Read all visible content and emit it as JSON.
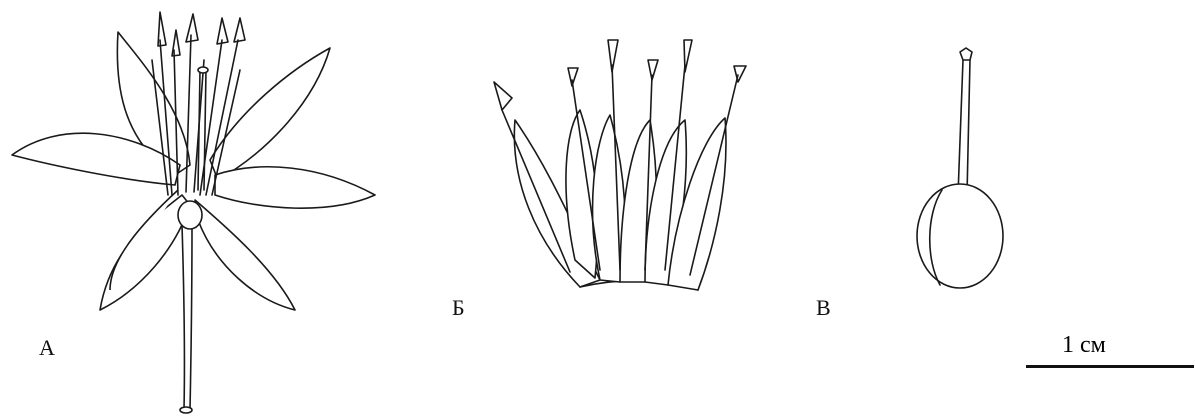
{
  "figure": {
    "panels": [
      {
        "id": "A",
        "label": "А",
        "icon": "whole-flower-drawing"
      },
      {
        "id": "B",
        "label": "Б",
        "icon": "opened-perianth-with-stamens-drawing"
      },
      {
        "id": "V",
        "label": "В",
        "icon": "pistil-drawing"
      }
    ],
    "scale": {
      "label": "1 см"
    }
  }
}
